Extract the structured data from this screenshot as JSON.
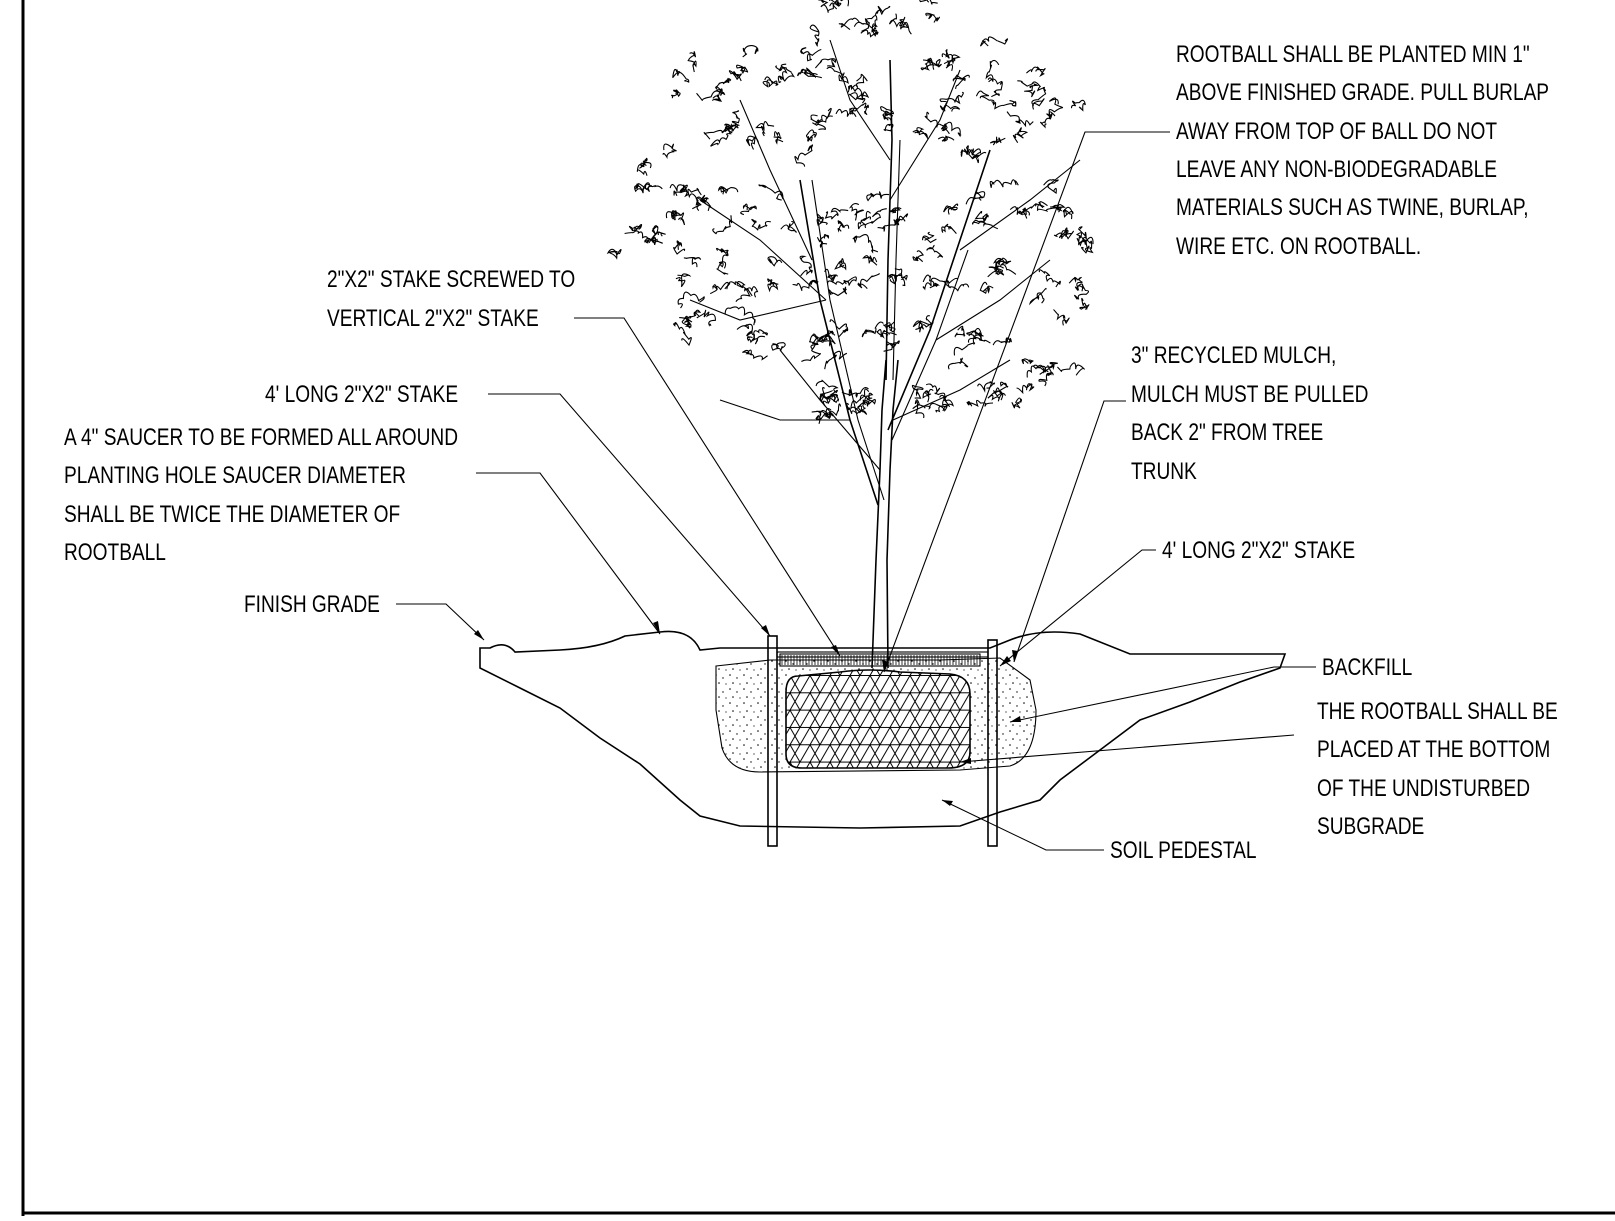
{
  "title": "",
  "colors": {
    "ink": "#000000",
    "paper": "#ffffff"
  },
  "labels": {
    "rootball_note": [
      "ROOTBALL SHALL BE PLANTED MIN 1\"",
      "ABOVE FINISHED GRADE. PULL BURLAP",
      "AWAY FROM TOP OF BALL DO NOT",
      "LEAVE ANY NON-BIODEGRADABLE",
      "MATERIALS SUCH AS TWINE, BURLAP,",
      "WIRE ETC. ON ROOTBALL."
    ],
    "stake_screwed": [
      "2\"X2\" STAKE SCREWED TO",
      "VERTICAL 2\"X2\" STAKE"
    ],
    "stake_left": "4' LONG 2\"X2\" STAKE",
    "saucer": [
      "A 4\" SAUCER TO BE FORMED ALL AROUND",
      "PLANTING HOLE SAUCER DIAMETER",
      "SHALL BE TWICE THE DIAMETER OF",
      "ROOTBALL"
    ],
    "finish_grade": "FINISH GRADE",
    "mulch": [
      "3\" RECYCLED MULCH,",
      "MULCH MUST BE PULLED",
      "BACK 2\" FROM TREE",
      "TRUNK"
    ],
    "stake_right": "4' LONG 2\"X2\" STAKE",
    "backfill": "BACKFILL",
    "rootball_placement": [
      "THE ROOTBALL SHALL BE",
      "PLACED AT THE BOTTOM",
      "OF THE UNDISTURBED",
      "SUBGRADE"
    ],
    "soil_pedestal": "SOIL PEDESTAL"
  }
}
